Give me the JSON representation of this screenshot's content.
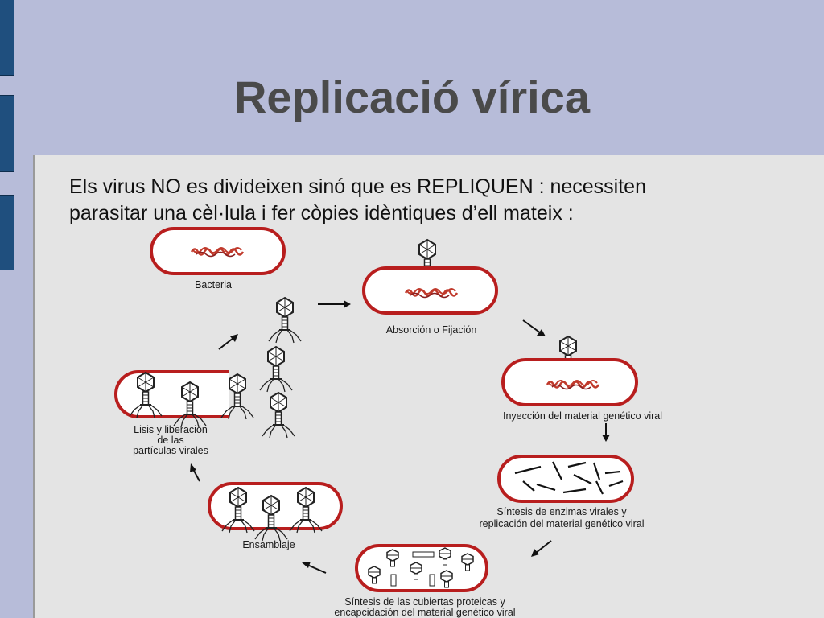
{
  "slide": {
    "title": "Replicació vírica",
    "intro_line1": "Els virus NO es divideixen sinó que es REPLIQUEN : necessiten",
    "intro_line2": "parasitar una cèl·lula i fer còpies idèntiques d’ell mateix :"
  },
  "diagram": {
    "stages": [
      {
        "id": "bacteria",
        "label": "Bacteria"
      },
      {
        "id": "absorcion",
        "label": "Absorción o Fijación"
      },
      {
        "id": "inyeccion",
        "label": "Inyección del material genético viral"
      },
      {
        "id": "sintesis_enzimas",
        "label_line1": "Síntesis de enzimas virales y",
        "label_line2": "replicación del material genético viral"
      },
      {
        "id": "sintesis_cubiertas",
        "label_line1": "Síntesis de las cubiertas proteicas y",
        "label_line2": "encapcidación del material genético viral"
      },
      {
        "id": "ensamblaje",
        "label": "Ensamblaje"
      },
      {
        "id": "lisis",
        "label_line1": "Lisis y liberación",
        "label_line2": "de las",
        "label_line3": "partículas virales"
      }
    ],
    "colors": {
      "cell_wall": "#b81e1e",
      "dna": "#c0392b",
      "phage": "#222222"
    }
  }
}
